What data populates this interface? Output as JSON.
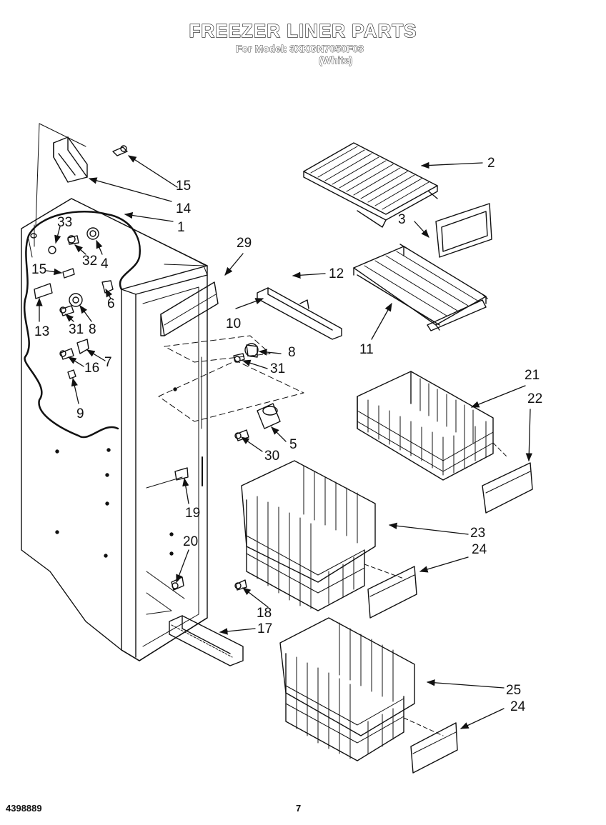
{
  "header": {
    "title": "FREEZER LINER PARTS",
    "model_line": "For Model: 3XKGN7050F03",
    "color_line": "(White)"
  },
  "footer": {
    "doc_number": "4398889",
    "page_number": "7"
  },
  "callouts": {
    "c1": "1",
    "c2": "2",
    "c3": "3",
    "c4": "4",
    "c5": "5",
    "c6": "6",
    "c7": "7",
    "c8a": "8",
    "c8b": "8",
    "c9": "9",
    "c10": "10",
    "c11": "11",
    "c12": "12",
    "c13": "13",
    "c14": "14",
    "c15a": "15",
    "c15b": "15",
    "c16": "16",
    "c17": "17",
    "c18": "18",
    "c19": "19",
    "c20": "20",
    "c21": "21",
    "c22": "22",
    "c23": "23",
    "c24a": "24",
    "c24b": "24",
    "c25": "25",
    "c29": "29",
    "c30": "30",
    "c31a": "31",
    "c31b": "31",
    "c32": "32",
    "c33": "33"
  }
}
